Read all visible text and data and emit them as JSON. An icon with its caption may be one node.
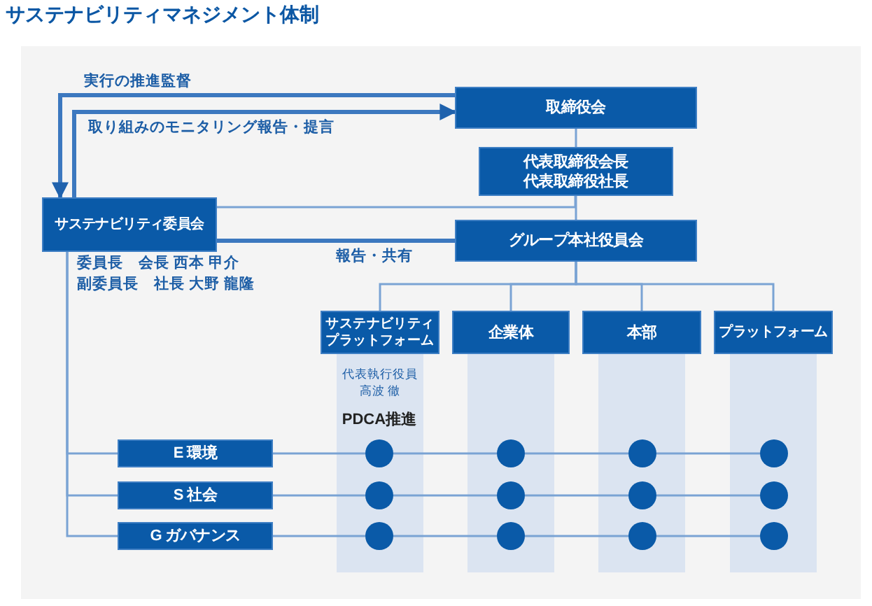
{
  "diagram": {
    "title": "サステナビリティマネジメント体制",
    "nodes": [
      {
        "text": [
          "取締役会"
        ]
      },
      {
        "text": [
          "代表取締役会長",
          "代表取締役社長"
        ]
      },
      {
        "text": [
          "グループ本社役員会"
        ]
      },
      {
        "text": [
          "サステナビリティ委員会"
        ],
        "beside": [
          "委員長　会長 西本 甲介",
          "副委員長　社長 大野 龍隆"
        ]
      },
      {
        "text": [
          "サステナビリティプラットフォーム"
        ],
        "beside": [
          "代表執行役員",
          "高波 徹"
        ]
      },
      {
        "text": [
          "企業体"
        ]
      },
      {
        "text": [
          "本部"
        ]
      },
      {
        "text": [
          "プラットフォーム"
        ]
      },
      {
        "text": [
          "E 環境"
        ]
      },
      {
        "text": [
          "S 社会"
        ]
      },
      {
        "text": [
          "G ガバナンス"
        ]
      },
      {
        "text": [],
        "shape": "circle"
      },
      {
        "text": [],
        "shape": "circle"
      },
      {
        "text": [],
        "shape": "circle"
      },
      {
        "text": [],
        "shape": "circle"
      },
      {
        "text": [],
        "shape": "circle"
      },
      {
        "text": [],
        "shape": "circle"
      },
      {
        "text": [],
        "shape": "circle"
      },
      {
        "text": [],
        "shape": "circle"
      },
      {
        "text": [],
        "shape": "circle"
      },
      {
        "text": [],
        "shape": "circle"
      },
      {
        "text": [],
        "shape": "circle"
      },
      {
        "text": [],
        "shape": "circle"
      }
    ],
    "edges": [
      {
        "from": 0,
        "to": 3,
        "arrow": "to",
        "label": "実行の推進監督",
        "style": "thick"
      },
      {
        "from": 3,
        "to": 0,
        "arrow": "to",
        "label": "取り組みのモニタリング報告・提言",
        "style": "thick"
      },
      {
        "from": 0,
        "to": 1,
        "arrow": "none"
      },
      {
        "from": 1,
        "to": 2,
        "arrow": "none"
      },
      {
        "from": 3,
        "to": 1,
        "arrow": "none"
      },
      {
        "from": 3,
        "to": 2,
        "arrow": "none",
        "label": "報告・共有",
        "style": "thick"
      },
      {
        "from": 2,
        "to": 4,
        "arrow": "none"
      },
      {
        "from": 2,
        "to": 5,
        "arrow": "none"
      },
      {
        "from": 2,
        "to": 6,
        "arrow": "none"
      },
      {
        "from": 2,
        "to": 7,
        "arrow": "none"
      },
      {
        "from": 3,
        "to": 8,
        "arrow": "none"
      },
      {
        "from": 3,
        "to": 9,
        "arrow": "none"
      },
      {
        "from": 3,
        "to": 10,
        "arrow": "none"
      },
      {
        "from": 8,
        "to": 11,
        "arrow": "none"
      },
      {
        "from": 11,
        "to": 12,
        "arrow": "none"
      },
      {
        "from": 12,
        "to": 13,
        "arrow": "none"
      },
      {
        "from": 13,
        "to": 14,
        "arrow": "none"
      },
      {
        "from": 9,
        "to": 15,
        "arrow": "none"
      },
      {
        "from": 15,
        "to": 16,
        "arrow": "none"
      },
      {
        "from": 16,
        "to": 17,
        "arrow": "none"
      },
      {
        "from": 17,
        "to": 18,
        "arrow": "none"
      },
      {
        "from": 10,
        "to": 19,
        "arrow": "none"
      },
      {
        "from": 19,
        "to": 20,
        "arrow": "none"
      },
      {
        "from": 20,
        "to": 21,
        "arrow": "none"
      },
      {
        "from": 21,
        "to": 22,
        "arrow": "none"
      }
    ],
    "labels": [
      "PDCA推進"
    ]
  }
}
